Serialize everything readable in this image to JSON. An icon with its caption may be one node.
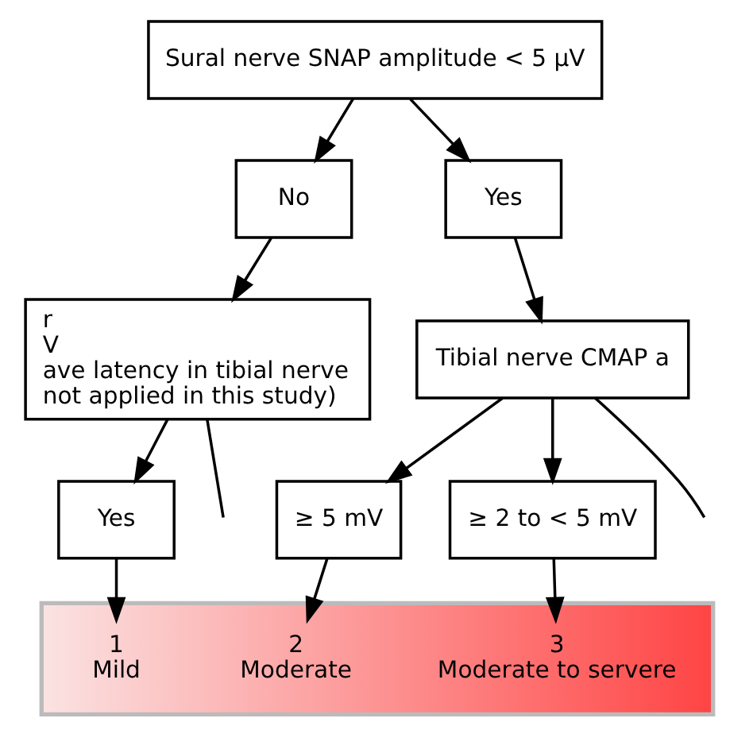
{
  "diagram": {
    "nodes": [
      {
        "text": [
          "Sural nerve SNAP amplitude < 5 μV"
        ]
      },
      {
        "text": [
          "No"
        ]
      },
      {
        "text": [
          "Yes"
        ]
      },
      {
        "text": [
          "r",
          "V",
          "ave latency in tibial nerve",
          "not applied in this study)"
        ]
      },
      {
        "text": [
          "Tibial nerve CMAP a"
        ]
      },
      {
        "text": [
          "Yes"
        ]
      },
      {
        "text": [
          "≥ 5 mV"
        ]
      },
      {
        "text": [
          "≥ 2 to < 5 mV"
        ]
      },
      {
        "text": [],
        "shape": "bar"
      },
      {
        "text": [
          "1",
          "Mild"
        ],
        "in": 8
      },
      {
        "text": [
          "2",
          "Moderate"
        ],
        "in": 8
      },
      {
        "text": [
          "3",
          "Moderate to servere"
        ],
        "in": 8
      }
    ],
    "edges": [
      {
        "from": 0,
        "to": 1,
        "arrow": "to"
      },
      {
        "from": 0,
        "to": 2,
        "arrow": "to"
      },
      {
        "from": 1,
        "to": 3,
        "arrow": "to"
      },
      {
        "from": 2,
        "to": 4,
        "arrow": "to"
      },
      {
        "from": 3,
        "to": null,
        "arrow": "none"
      },
      {
        "from": 3,
        "to": 5,
        "arrow": "to"
      },
      {
        "from": 4,
        "to": 6,
        "arrow": "to"
      },
      {
        "from": 4,
        "to": 7,
        "arrow": "to"
      },
      {
        "from": 4,
        "to": null,
        "arrow": "none"
      },
      {
        "from": 5,
        "to": 9,
        "arrow": "to"
      },
      {
        "from": 6,
        "to": 10,
        "arrow": "to"
      },
      {
        "from": 7,
        "to": 11,
        "arrow": "to"
      }
    ]
  }
}
